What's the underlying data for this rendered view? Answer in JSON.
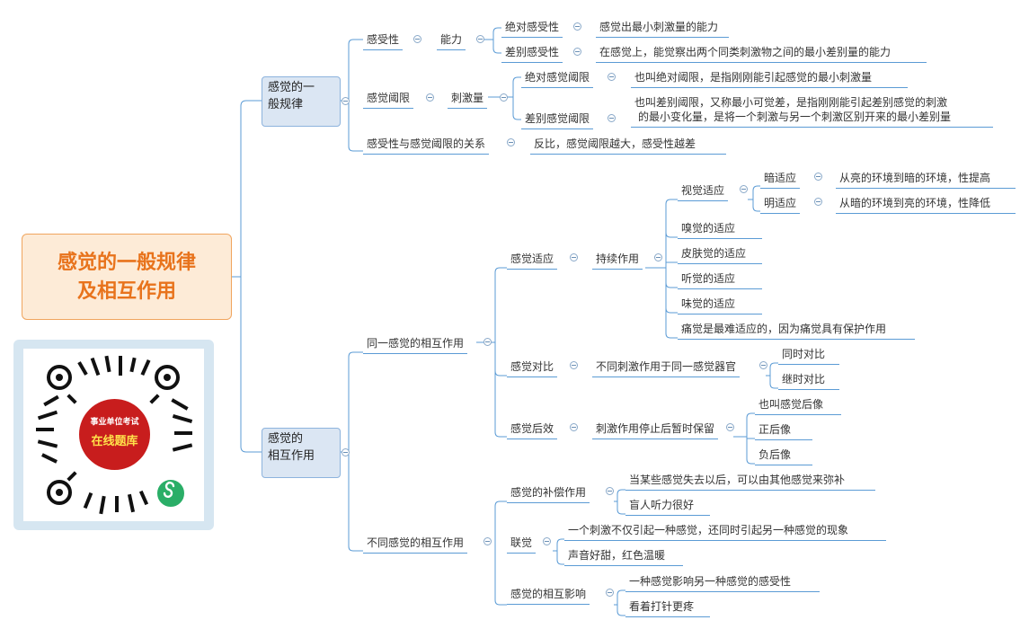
{
  "root": {
    "line1": "感觉的一般规律",
    "line2": "及相互作用"
  },
  "qr": {
    "line1": "事业单位考试",
    "line2": "在线题库"
  },
  "branch1": {
    "line1": "感觉的一",
    "line2": "般规律",
    "sensitivity": {
      "label": "感受性",
      "ability": "能力",
      "absolute": {
        "label": "绝对感受性",
        "desc": "感觉出最小刺激量的能力"
      },
      "difference": {
        "label": "差别感受性",
        "desc": "在感觉上，能觉察出两个同类刺激物之间的最小差别量的能力"
      }
    },
    "threshold": {
      "label": "感觉阈限",
      "stimulus": "刺激量",
      "absolute": {
        "label": "绝对感觉阈限",
        "desc": "也叫绝对阈限，是指刚刚能引起感觉的最小刺激量"
      },
      "difference": {
        "label": "差别感觉阈限",
        "desc1": "也叫差别阈限，又称最小可觉差，是指刚刚能引起差别感觉的刺激",
        "desc2": "的最小变化量，是将一个刺激与另一个刺激区别开来的最小差别量"
      }
    },
    "relation": {
      "label": "感受性与感觉阈限的关系",
      "desc": "反比，感觉阈限越大，感受性越差"
    }
  },
  "branch2": {
    "line1": "感觉的",
    "line2": "相互作用",
    "same": {
      "label": "同一感觉的相互作用",
      "adaptation": {
        "label": "感觉适应",
        "mid": "持续作用",
        "visual": {
          "label": "视觉适应",
          "dark": {
            "label": "暗适应",
            "desc": "从亮的环境到暗的环境，性提高"
          },
          "light": {
            "label": "明适应",
            "desc": "从暗的环境到亮的环境，性降低"
          }
        },
        "smell": "嗅觉的适应",
        "skin": "皮肤觉的适应",
        "hearing": "听觉的适应",
        "taste": "味觉的适应",
        "pain": "痛觉是最难适应的，因为痛觉具有保护作用"
      },
      "contrast": {
        "label": "感觉对比",
        "mid": "不同刺激作用于同一感觉器官",
        "a": "同时对比",
        "b": "继时对比"
      },
      "after": {
        "label": "感觉后效",
        "mid": "刺激作用停止后暂时保留",
        "a": "也叫感觉后像",
        "b": "正后像",
        "c": "负后像"
      }
    },
    "diff": {
      "label": "不同感觉的相互作用",
      "comp": {
        "label": "感觉的补偿作用",
        "a": "当某些感觉失去以后，可以由其他感觉来弥补",
        "b": "盲人听力很好"
      },
      "syn": {
        "label": "联觉",
        "a": "一个刺激不仅引起一种感觉，还同时引起另一种感觉的现象",
        "b": "声音好甜，红色温暖"
      },
      "mutual": {
        "label": "感觉的相互影响",
        "a": "一种感觉影响另一种感觉的感受性",
        "b": "看着打针更疼"
      }
    }
  }
}
